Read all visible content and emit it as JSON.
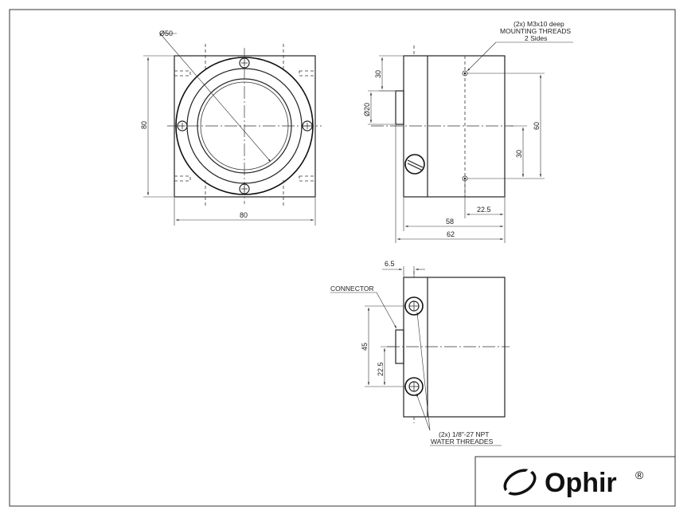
{
  "front_view": {
    "diameter_label": "Ø50",
    "height_label": "80",
    "width_label": "80"
  },
  "side_view": {
    "note_line1": "(2x) M3x10 deep",
    "note_line2": "MOUNTING THREADS",
    "note_line3": "2 Sides",
    "dim_30_top": "30",
    "dim_phi20": "Ø20",
    "dim_60": "60",
    "dim_30_right": "30",
    "dim_22_5": "22.5",
    "dim_58": "58",
    "dim_62": "62"
  },
  "bottom_view": {
    "dim_6_5": "6.5",
    "connector_label": "CONNECTOR",
    "dim_45": "45",
    "dim_22_5": "22.5",
    "water_line1": "(2x) 1/8\"-27 NPT",
    "water_line2": "WATER THREADES"
  },
  "logo": {
    "brand": "Ophir",
    "registered": "®"
  }
}
